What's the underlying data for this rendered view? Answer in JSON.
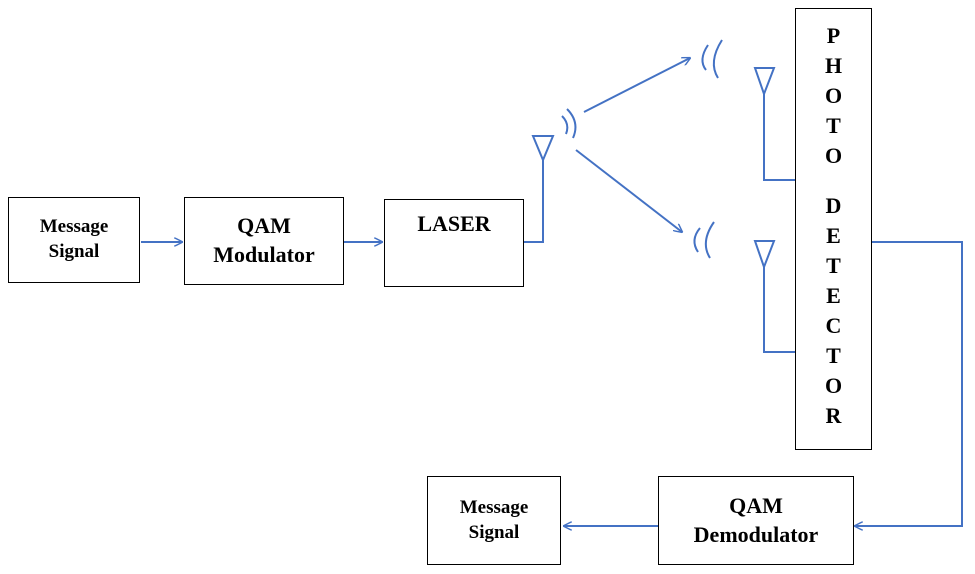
{
  "blocks": {
    "message_signal_in": {
      "line1": "Message",
      "line2": "Signal"
    },
    "qam_modulator": {
      "line1": "QAM",
      "line2": "Modulator"
    },
    "laser": {
      "label": "LASER"
    },
    "photo_detector": {
      "word1": "PHOTO",
      "word2": "DETECTOR"
    },
    "qam_demodulator": {
      "line1": "QAM",
      "line2": "Demodulator"
    },
    "message_signal_out": {
      "line1": "Message",
      "line2": "Signal"
    }
  },
  "colors": {
    "connector": "#4472C4",
    "box_border": "#000000",
    "text": "#000000"
  }
}
